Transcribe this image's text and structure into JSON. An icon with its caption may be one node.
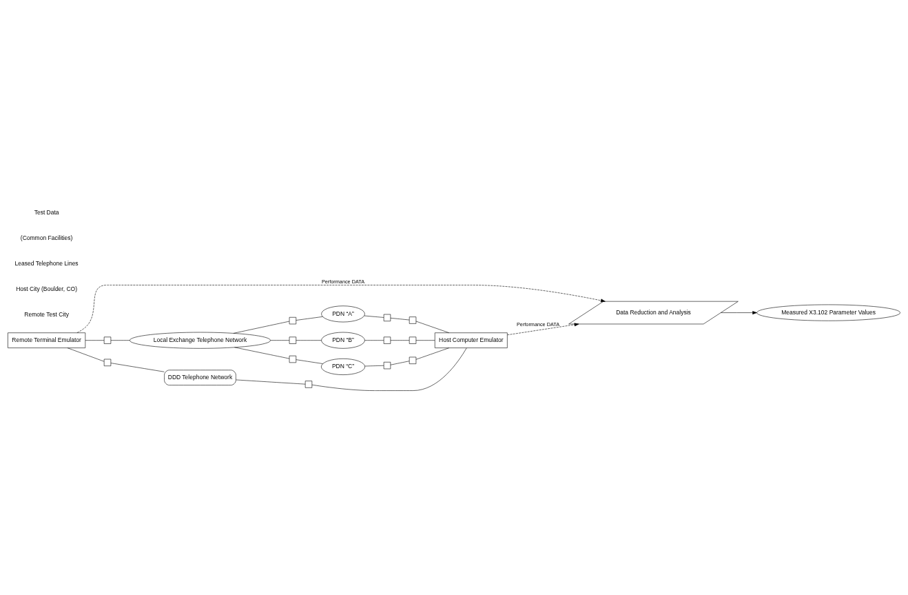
{
  "diagram": {
    "nodes": [
      {
        "text": [
          "Remote Terminal Emulator"
        ]
      },
      {
        "text": [
          "Local Exchange Telephone Network"
        ]
      },
      {
        "text": [
          "PDN “A”"
        ]
      },
      {
        "text": [
          "PDN “B”"
        ]
      },
      {
        "text": [
          "PDN “C”"
        ]
      },
      {
        "text": [
          "DDD Telephone Network"
        ]
      },
      {
        "text": [
          "Host Computer Emulator"
        ]
      },
      {
        "text": [
          "Data Reduction and Analysis"
        ]
      },
      {
        "text": [
          "Measured X3.102 Parameter Values"
        ]
      },
      {
        "text": [],
        "shape": "box"
      },
      {
        "text": [],
        "shape": "box"
      },
      {
        "text": [],
        "shape": "box"
      },
      {
        "text": [],
        "shape": "box"
      },
      {
        "text": [],
        "shape": "box"
      },
      {
        "text": [],
        "shape": "box"
      },
      {
        "text": [],
        "shape": "box"
      },
      {
        "text": [],
        "shape": "box"
      },
      {
        "text": [],
        "shape": "box"
      },
      {
        "text": [],
        "shape": "box"
      },
      {
        "text": [],
        "shape": "box"
      },
      {
        "text": [],
        "shape": "box"
      }
    ],
    "edges": [
      {
        "from": 0,
        "to": 9,
        "arrow": "none"
      },
      {
        "from": 9,
        "to": 1,
        "arrow": "none"
      },
      {
        "from": 0,
        "to": 10,
        "arrow": "none"
      },
      {
        "from": 10,
        "to": 5,
        "arrow": "none"
      },
      {
        "from": 1,
        "to": 11,
        "arrow": "none"
      },
      {
        "from": 1,
        "to": 12,
        "arrow": "none"
      },
      {
        "from": 1,
        "to": 13,
        "arrow": "none"
      },
      {
        "from": 11,
        "to": 2,
        "arrow": "none"
      },
      {
        "from": 12,
        "to": 3,
        "arrow": "none"
      },
      {
        "from": 13,
        "to": 4,
        "arrow": "none"
      },
      {
        "from": 2,
        "to": 14,
        "arrow": "none"
      },
      {
        "from": 3,
        "to": 15,
        "arrow": "none"
      },
      {
        "from": 4,
        "to": 16,
        "arrow": "none"
      },
      {
        "from": 14,
        "to": 17,
        "arrow": "none"
      },
      {
        "from": 15,
        "to": 18,
        "arrow": "none"
      },
      {
        "from": 16,
        "to": 19,
        "arrow": "none"
      },
      {
        "from": 5,
        "to": 20,
        "arrow": "none"
      },
      {
        "from": 17,
        "to": 6,
        "arrow": "none"
      },
      {
        "from": 18,
        "to": 6,
        "arrow": "none"
      },
      {
        "from": 19,
        "to": 6,
        "arrow": "none"
      },
      {
        "from": 20,
        "to": 6,
        "arrow": "none"
      },
      {
        "from": 0,
        "to": 7,
        "arrow": "to",
        "style": "dashed",
        "label": "Performance DATA"
      },
      {
        "from": 6,
        "to": 7,
        "arrow": "to",
        "style": "dashed",
        "label": "Performance DATA"
      },
      {
        "from": 7,
        "to": 8,
        "arrow": "to"
      }
    ],
    "labels": [
      "Remote Test City",
      "Host City (Boulder, CO)",
      "Leased Telephone Lines",
      "(Common Facilities)",
      "Test Data"
    ]
  }
}
